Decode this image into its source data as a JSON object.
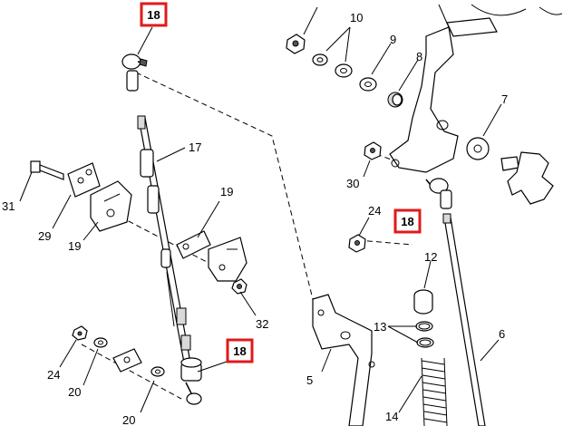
{
  "callouts": {
    "c18a": "18",
    "c18b": "18",
    "c18c": "18",
    "c17": "17",
    "c31": "31",
    "c29": "29",
    "c19a": "19",
    "c19b": "19",
    "c32": "32",
    "c24a": "24",
    "c20a": "20",
    "c20b": "20",
    "c10": "10",
    "c9": "9",
    "c8": "8",
    "c7": "7",
    "c30": "30",
    "c24b": "24",
    "c12": "12",
    "c13": "13",
    "c14": "14",
    "c5": "5",
    "c6": "6"
  },
  "colors": {
    "highlight": "#e01a1a",
    "line": "#000000",
    "background": "#ffffff"
  }
}
